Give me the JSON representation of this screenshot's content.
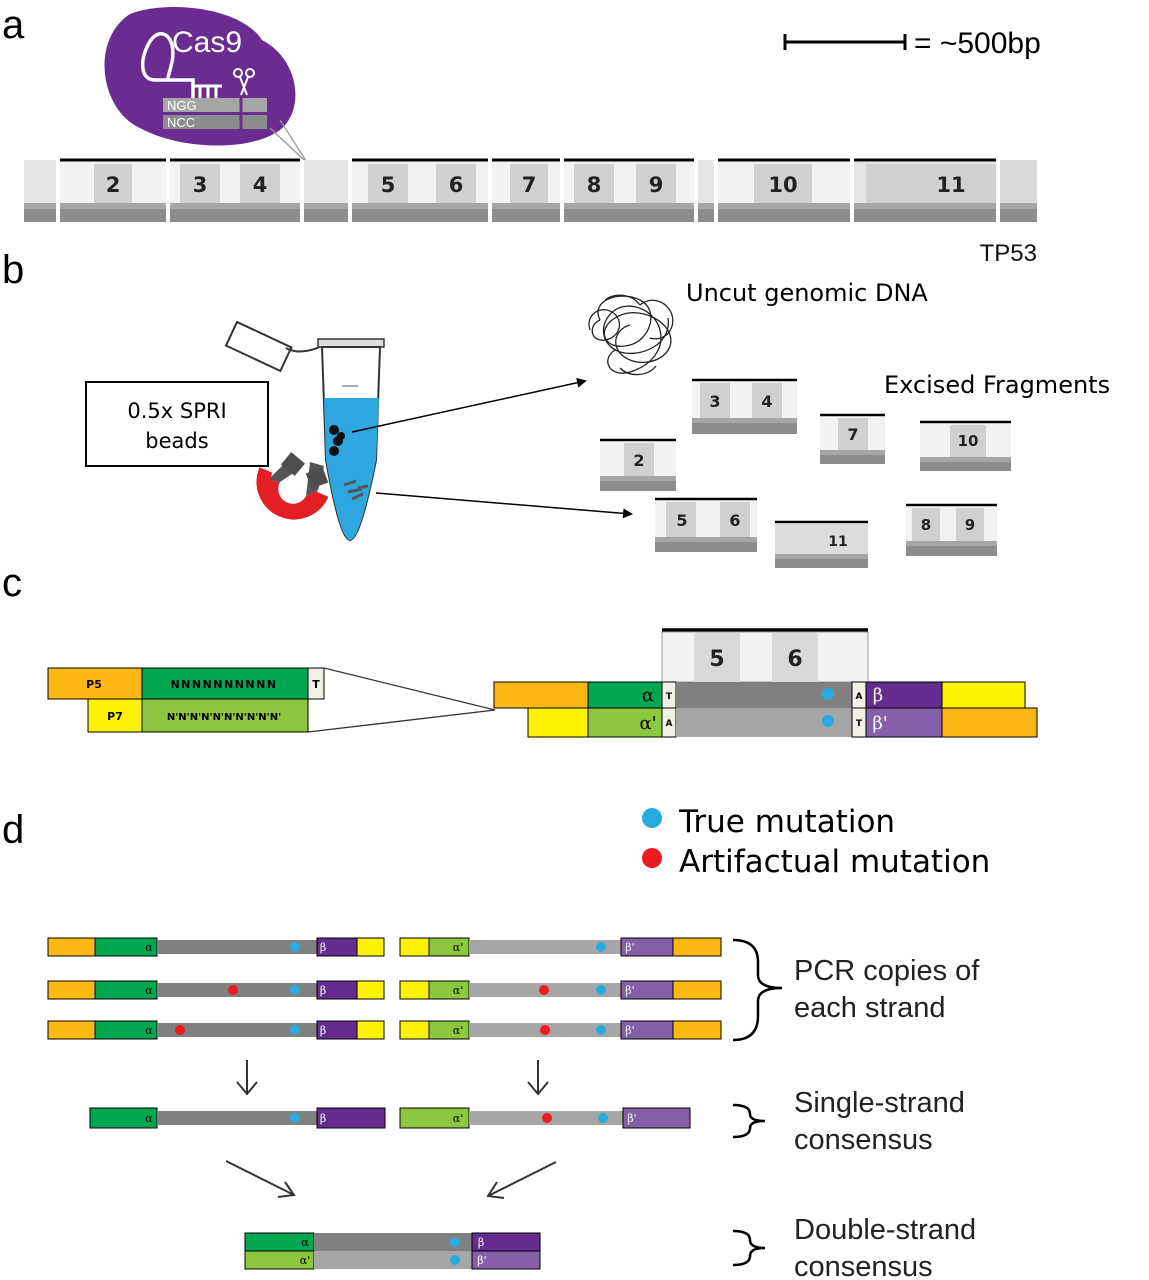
{
  "panels": {
    "a": "a",
    "b": "b",
    "c": "c",
    "d": "d"
  },
  "panel_a": {
    "cas9_label": "Cas9",
    "pam_top": "NGG",
    "pam_bottom": "NCC",
    "scale_label": "= ~500bp",
    "gene_label": "TP53",
    "exons": [
      "2",
      "3",
      "4",
      "5",
      "6",
      "7",
      "8",
      "9",
      "10",
      "11"
    ]
  },
  "panel_b": {
    "spri_line1": "0.5x SPRI",
    "spri_line2": "beads",
    "uncut_label": "Uncut genomic DNA",
    "excised_label": "Excised Fragments",
    "fragments": [
      "2",
      "3",
      "4",
      "5",
      "6",
      "7",
      "8",
      "9",
      "10",
      "11"
    ]
  },
  "panel_c": {
    "adapter_p5": "P5",
    "adapter_p7": "P7",
    "umi_top": "NNNNNNNNNN",
    "umi_bottom": "N'N'N'N'N'N'N'N'N'N'",
    "t_overhang": "T",
    "exons": [
      "5",
      "6"
    ],
    "alpha": "α",
    "alpha_prime": "α'",
    "beta": "β",
    "beta_prime": "β'",
    "base_t": "T",
    "base_a": "A"
  },
  "panel_d": {
    "legend_true": "True mutation",
    "legend_artifact": "Artifactual mutation",
    "pcr_line1": "PCR copies of",
    "pcr_line2": "each strand",
    "sscs_line1": "Single-strand",
    "sscs_line2": "consensus",
    "dcs_line1": "Double-strand",
    "dcs_line2": "consensus",
    "alpha": "α",
    "alpha_prime": "α'",
    "beta": "β",
    "beta_prime": "β'"
  },
  "colors": {
    "orange": "#FDB813",
    "yellow": "#FFF200",
    "green_dark": "#00A651",
    "green_light": "#8DC63F",
    "purple_dark": "#662D91",
    "purple_light": "#8560A8",
    "cas9_purple": "#6A2C91",
    "dna_dark": "#808080",
    "dna_light": "#A6A6A6",
    "true_mutation": "#29ABE2",
    "artifact_mutation": "#ED1C24",
    "magnet_red": "#E31E24",
    "tube_blue": "#2EA7E0"
  }
}
